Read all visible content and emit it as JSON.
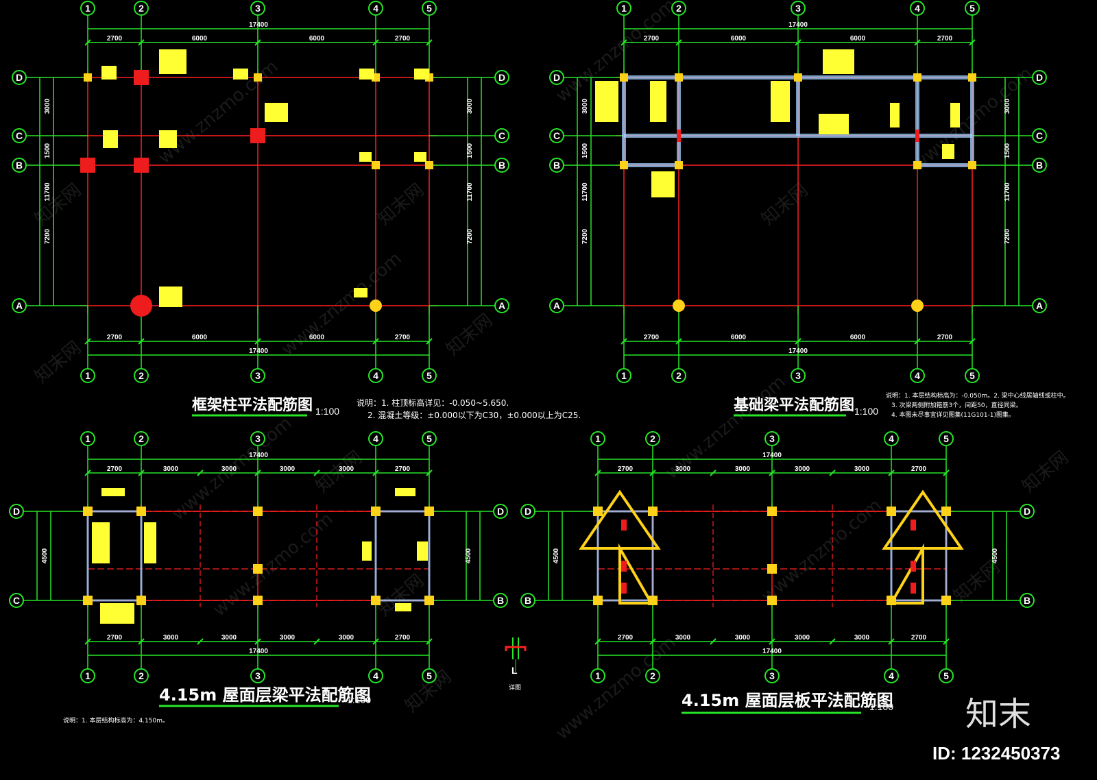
{
  "colors": {
    "background": "#000000",
    "grid_axis": "#ff2020",
    "dimension": "#27e627",
    "column": "#ffd21a",
    "label": "#ffff33",
    "beam": "#9fd0ff",
    "text": "#ffffff"
  },
  "dims": {
    "top_total": "17400",
    "top_plan_sub_1": [
      "2700",
      "6000",
      "6000",
      "2700"
    ],
    "top_plan_sub_2": [
      "2700",
      "6000",
      "6000",
      "2700"
    ],
    "bottom_plan_sub": [
      "2700",
      "3000",
      "3000",
      "3000",
      "3000",
      "2700"
    ],
    "vertical_top": [
      "3000",
      "1500",
      "7200"
    ],
    "vertical_top_total": "11700",
    "vertical_bottom": [
      "4500"
    ]
  },
  "plans": [
    {
      "title": "框架柱平法配筋图",
      "scale": "1:100",
      "notes": [
        "说明：1. 柱顶标高详见：-0.050~5.650.",
        "2. 混凝土等级：±0.000以下为C30，±0.000以上为C25."
      ]
    },
    {
      "title": "基础梁平法配筋图",
      "scale": "1:100",
      "notes": [
        "说明：1. 本层结构标高为：-0.050m。2. 梁中心线居轴线或柱中。",
        "3. 次梁两侧附加箍筋3个，间距50，直径同梁。",
        "4. 本图未尽事宜详见图集(11G101-1)图集。"
      ]
    },
    {
      "title": "4.15m 屋面层梁平法配筋图",
      "scale": "1:100",
      "notes": [
        "说明：1. 本层结构标高为：4.150m。"
      ]
    },
    {
      "title": "4.15m 屋面层板平法配筋图",
      "scale": "1:100",
      "notes": []
    }
  ],
  "detail_label": "L",
  "detail_sub": "详图",
  "watermark": {
    "logo": "知末",
    "id": "ID: 1232450373",
    "site": "www.znzmo.com",
    "site_cn": "知末网"
  }
}
